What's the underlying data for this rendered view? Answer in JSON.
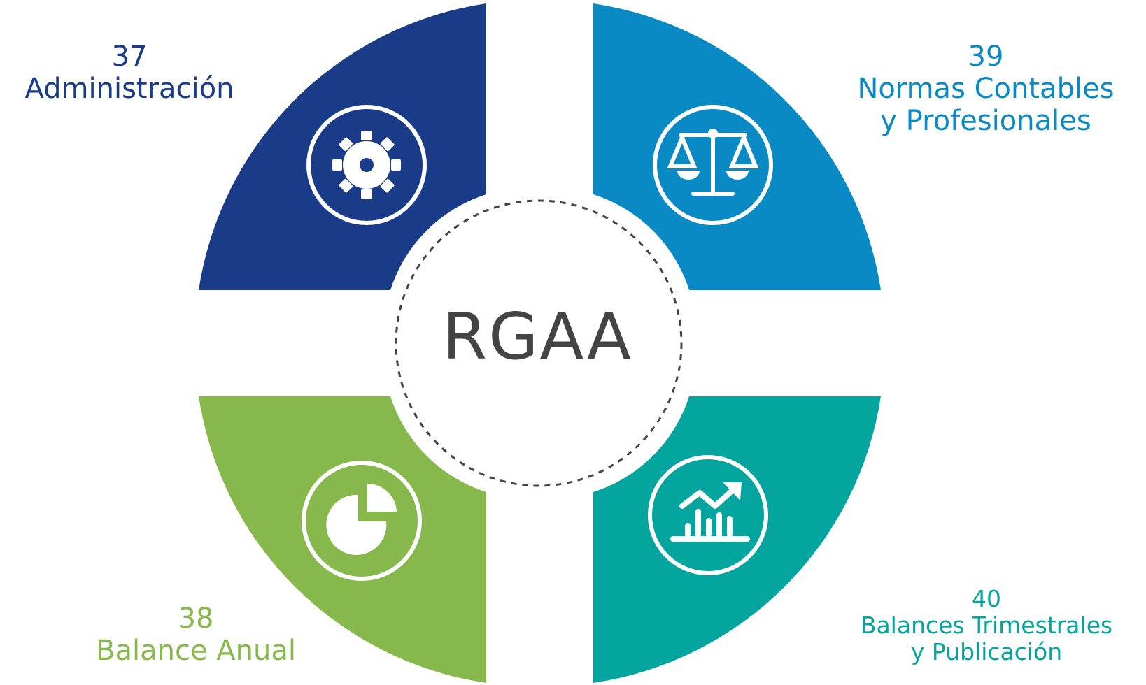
{
  "center": {
    "label": "RGAA"
  },
  "colors": {
    "administracion": "#193b88",
    "normas": "#0a8ac5",
    "balance_anual": "#87b84c",
    "trimestrales": "#03a59e",
    "center_text": "#444444",
    "dashed_ring": "#444444"
  },
  "quadrants": [
    {
      "id": "administracion",
      "number": "37",
      "lines": [
        "Administración"
      ],
      "icon": "gear-icon"
    },
    {
      "id": "normas",
      "number": "39",
      "lines": [
        "Normas Contables",
        "y Profesionales"
      ],
      "icon": "scales-icon"
    },
    {
      "id": "balance_anual",
      "number": "38",
      "lines": [
        "Balance Anual"
      ],
      "icon": "pie-chart-icon"
    },
    {
      "id": "trimestrales",
      "number": "40",
      "lines": [
        "Balances Trimestrales",
        "y Publicación"
      ],
      "icon": "trend-chart-icon"
    }
  ]
}
